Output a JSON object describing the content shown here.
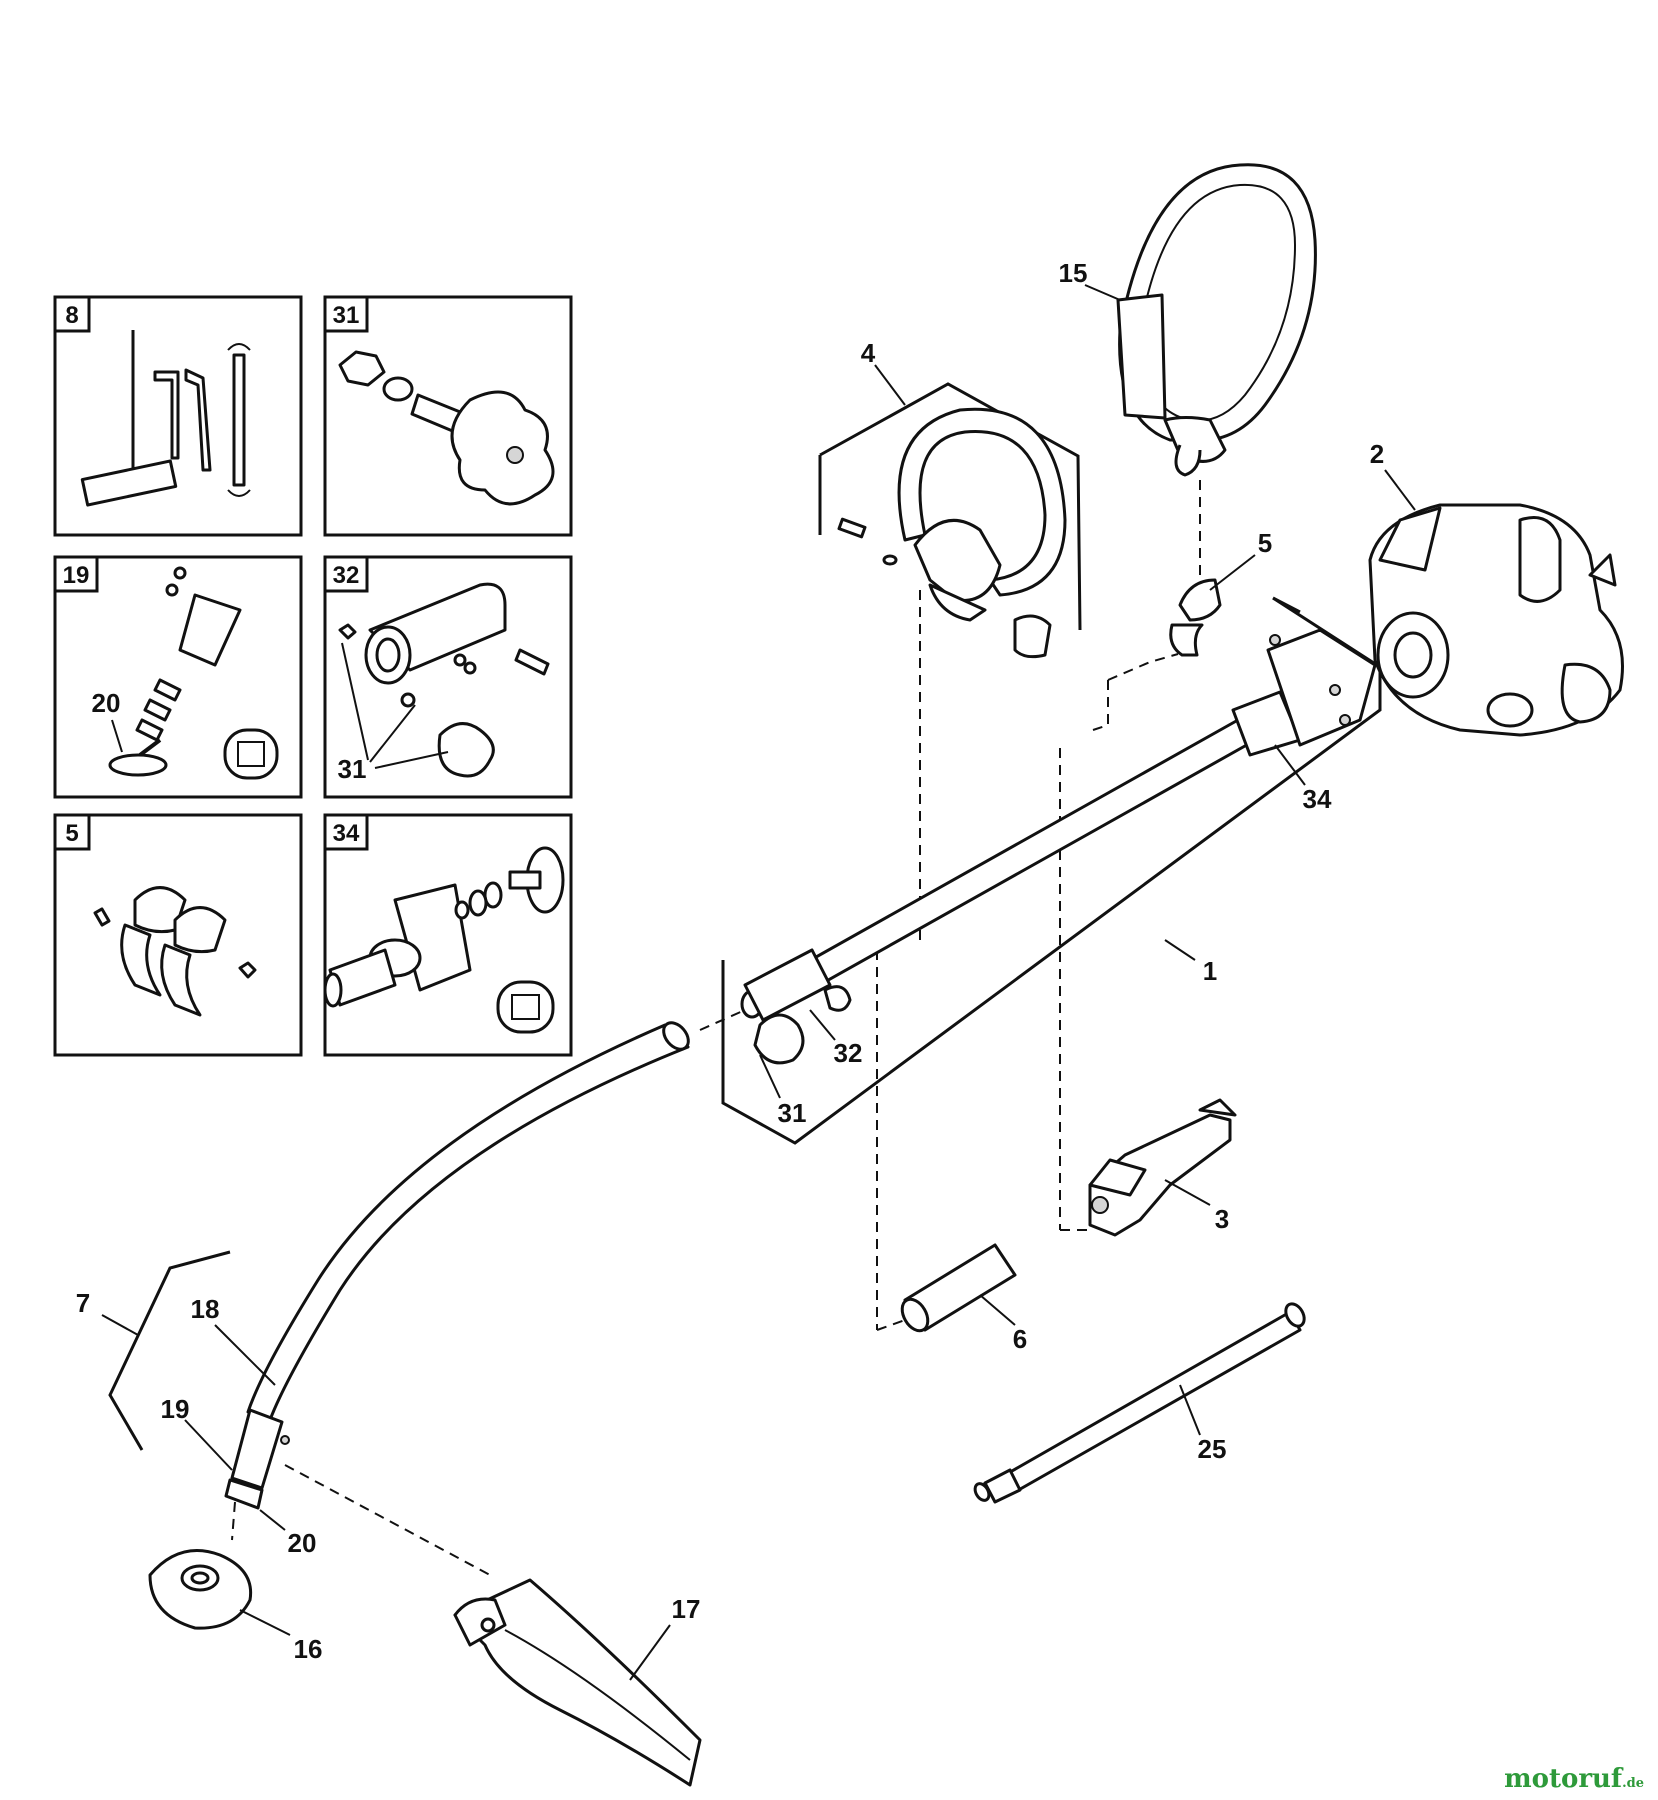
{
  "boxes": {
    "box_8": "8",
    "box_31": "31",
    "box_19": "19",
    "box_32": "32",
    "box_5": "5",
    "box_34": "34"
  },
  "callouts": {
    "c1": "1",
    "c2": "2",
    "c3": "3",
    "c4": "4",
    "c5": "5",
    "c6": "6",
    "c7": "7",
    "c15": "15",
    "c16": "16",
    "c17": "17",
    "c18": "18",
    "c19": "19",
    "c20": "20",
    "c20_inset": "20",
    "c25": "25",
    "c31_inset": "31",
    "c31": "31",
    "c32": "32",
    "c34": "34"
  },
  "watermark": {
    "brand": "motoruf",
    "tld": ".de"
  }
}
